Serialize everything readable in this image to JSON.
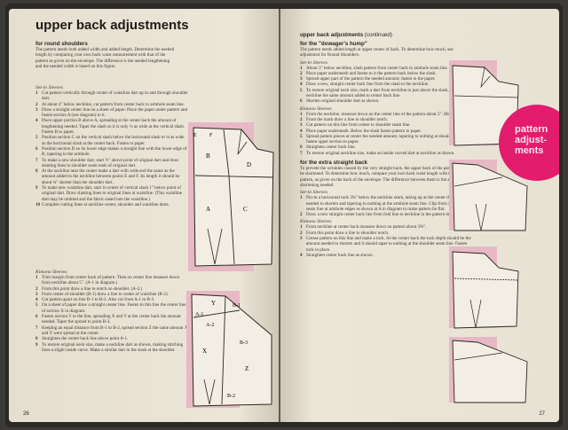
{
  "left_page": {
    "title": "upper back adjustments",
    "round_shoulders": {
      "heading": "for round shoulders",
      "intro": "The pattern needs both added width and added length. Determine the needed length by comparing your own back waist measurement with that of the pattern as given on the envelope. The difference is the needed lengthening and the needed width is based on this figure.",
      "set_in_head": "Set-in Sleeves",
      "steps": [
        "Cut pattern vertically through center of waistline dart up to and through shoulder dart.",
        "At about 4\" below neckline, cut pattern from center back to armhole seam line.",
        "Draw a straight center line on a sheet of paper. Place the paper under pattern and fasten section A (see diagram) to it.",
        "Place upper portion B above A, spreading at the center back the amount of lengthening needed. Taper the slash so it is only ¼ as wide at the vertical slash. Fasten B to paper.",
        "Position section C on the vertical slash below the horizontal slash to ⅛ as wide as the horizontal slash at the center back. Fasten to paper.",
        "Position section D so its lower edge makes a straight line with the lower edge of B, tapering to the armhole.",
        "To make a new shoulder dart, start ½\" above point of original dart and draw slanting lines to shoulder seam ends of original dart.",
        "At the neckline near the center make a dart with wide end the same as the amount added to the neckline between points E and F. Its length it should be about ¾\" shorter than the shoulder dart.",
        "To make new waistline dart, start in center of vertical slash 1\" below point of original dart. Draw slanting lines to original lines at waistline. (This waistline dart may be omitted and the fabric eased into the waistline.)",
        "Complete cutting lines at neckline center, shoulder and waistline darts."
      ],
      "kimono_head": "Kimono Sleeves",
      "kimono_steps": [
        "Trim margin from center back of pattern. Then on center line measure down from neckline about 5\". (A-1 in diagram.)",
        "From this point draw a line to notch on shoulder. (A-2.)",
        "From center of shoulder (B-1) draw a line to center of waistline (B-2).",
        "Cut pattern apart on line B-1 to B-2. Also cut from A-1 to B-3.",
        "On a sheet of paper draw a straight center line. Fasten to this line the center line of section X in diagram.",
        "Fasten section Y to the line, spreading X and Y at the center back the amount needed. Taper the spread to point B-3.",
        "Keeping an equal distance from B-1 to B-2, spread section Z the same amount X and Y were spread at the center.",
        "Straighten the center back line above point A-1.",
        "To restore original neck size, make a neckline dart as shown, making stitching lines a slight inside curve. Make a similar dart in the slash at the shoulder."
      ],
      "figure_labels": [
        "A",
        "B",
        "C",
        "D",
        "E",
        "F",
        "B-1",
        "B-2",
        "B-3",
        "A-1",
        "A-2",
        "X",
        "Y",
        "Z"
      ]
    },
    "page_number": "26"
  },
  "right_page": {
    "title": "upper back adjustments",
    "title_suffix": "(continued)",
    "dowagers": {
      "heading": "for the \"dowager's hump\"",
      "intro": "The pattern needs added length at upper center of back. To determine how much, see adjustment for Round Shoulders.",
      "set_in_head": "Set-in Sleeves",
      "steps": [
        "About 3\" below neckline, slash pattern from center back to armhole seam line.",
        "Place paper underneath and fasten to it the pattern back below the slash.",
        "Spread upper part of the pattern the needed amount; fasten to the paper.",
        "Draw a new, straight center back line from the slash to the neckline.",
        "To restore original neck size, mark a dart from neckline to just above the slash, taking in at neckline the same amount added to center back line.",
        "Shorten original shoulder dart as shown."
      ],
      "kimono_head": "Kimono Sleeves",
      "kimono_steps": [
        "From the neckline, measure down on the center line of the pattern about 5\". Mark.",
        "From the mark draw a line to shoulder notch.",
        "Cut pattern on this line from center to shoulder seam line.",
        "Place paper underneath. Below the slash fasten pattern to paper.",
        "Spread pattern pieces at center the needed amount, tapering to nothing at shoulder, and fasten upper section to paper.",
        "Straighten center back line.",
        "To restore original neckline size, make an inside curved dart at neckline as shown."
      ]
    },
    "straight_back": {
      "heading": "for the extra straight back",
      "intro": "To prevent the wrinkles caused by the very straight back, the upper back of the pattern needs to be shortened. To determine how much, compare your own back waist length with that of the pattern, as given on the back of the envelope. The difference between them is the amount of shortening needed.",
      "set_in_head": "Set-in Sleeves",
      "steps": [
        "Pin-in a horizontal tuck 3⅜\" below the neckline seam, taking up at the center the amount needed to shorten and tapering to nothing at the armhole seam line. Clip from cutting line to seam line at armhole edges as shown at A in diagram to make pattern lie flat.",
        "Draw a new straight center back line from fold line to neckline in the pattern margin."
      ],
      "kimono_head": "Kimono Sleeves",
      "kimono_steps": [
        "From neckline at center back measure down on pattern about 3⅜\".",
        "From this point draw a line to shoulder notch.",
        "Crease pattern on this line and make a tuck. At the center back the tuck depth should be the amount needed to shorten and it should taper to nothing at the shoulder seam line. Fasten tuck in place.",
        "Straighten center back line as shown."
      ]
    },
    "badge": [
      "pattern",
      "adjust-",
      "ments"
    ],
    "page_number": "27"
  },
  "colors": {
    "pink_figure": "#e7b9c5",
    "badge": "#e31c6d",
    "paper": "#e9e3d6"
  }
}
